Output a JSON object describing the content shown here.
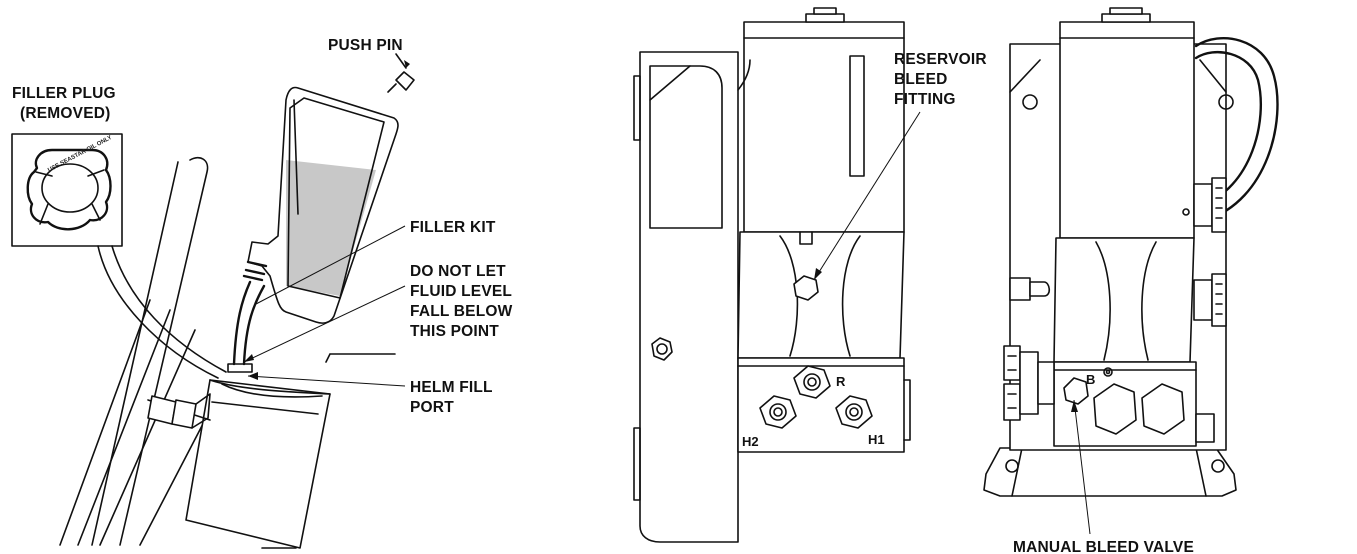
{
  "labels": {
    "push_pin": "PUSH PIN",
    "filler_plug_1": "FILLER PLUG",
    "filler_plug_2": "(REMOVED)",
    "filler_kit": "FILLER KIT",
    "fluid_level_1": "DO NOT LET",
    "fluid_level_2": "FLUID LEVEL",
    "fluid_level_3": "FALL BELOW",
    "fluid_level_4": "THIS POINT",
    "helm_fill_1": "HELM FILL",
    "helm_fill_2": "PORT",
    "reservoir_1": "RESERVOIR",
    "reservoir_2": "BLEED",
    "reservoir_3": "FITTING",
    "manual_bleed": "MANUAL BLEED VALVE",
    "port_r": "R",
    "port_h1": "H1",
    "port_h2": "H2",
    "port_b": "B"
  },
  "cap_text": "USE SEASTAR OIL ONLY",
  "colors": {
    "line": "#111111",
    "fluid": "#c8c8c8",
    "background": "#ffffff"
  }
}
